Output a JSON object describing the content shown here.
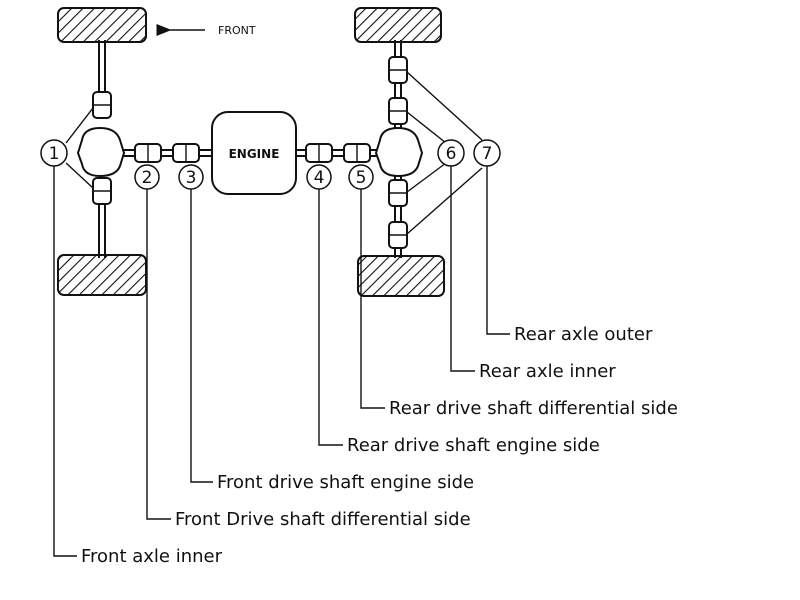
{
  "diagram": {
    "front_label": "FRONT",
    "engine_label": "ENGINE",
    "markers": [
      {
        "id": "1",
        "label": "Front axle inner"
      },
      {
        "id": "2",
        "label": "Front Drive shaft differential side"
      },
      {
        "id": "3",
        "label": "Front drive shaft engine side"
      },
      {
        "id": "4",
        "label": "Rear drive shaft engine side"
      },
      {
        "id": "5",
        "label": "Rear drive shaft differential side"
      },
      {
        "id": "6",
        "label": "Rear axle inner"
      },
      {
        "id": "7",
        "label": "Rear axle outer"
      }
    ]
  }
}
